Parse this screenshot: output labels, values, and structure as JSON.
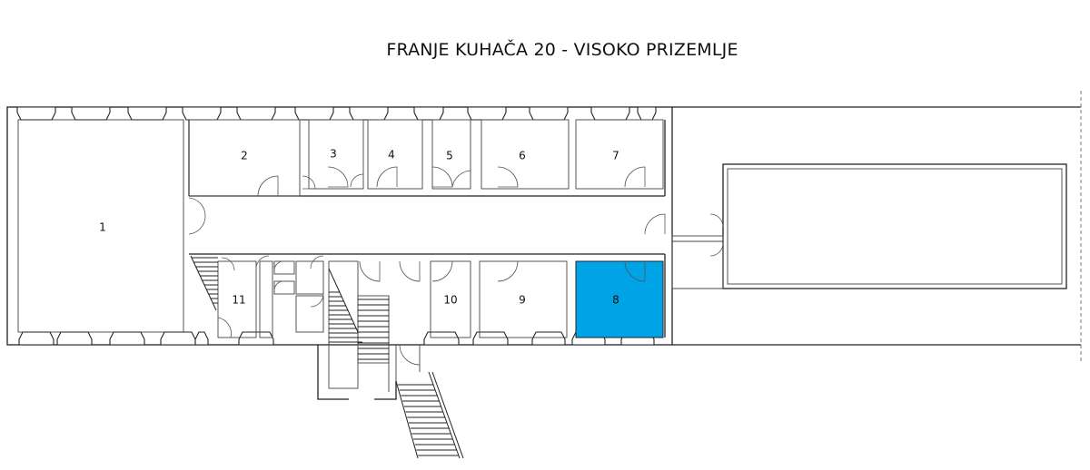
{
  "title": "FRANJE KUHAČA 20 - VISOKO PRIZEMLJE",
  "highlight_color": "#00A3E6",
  "rooms": [
    {
      "id": "1",
      "label": "1",
      "highlighted": false
    },
    {
      "id": "2",
      "label": "2",
      "highlighted": false
    },
    {
      "id": "3",
      "label": "3",
      "highlighted": false
    },
    {
      "id": "4",
      "label": "4",
      "highlighted": false
    },
    {
      "id": "5",
      "label": "5",
      "highlighted": false
    },
    {
      "id": "6",
      "label": "6",
      "highlighted": false
    },
    {
      "id": "7",
      "label": "7",
      "highlighted": false
    },
    {
      "id": "8",
      "label": "8",
      "highlighted": true
    },
    {
      "id": "9",
      "label": "9",
      "highlighted": false
    },
    {
      "id": "10",
      "label": "10",
      "highlighted": false
    },
    {
      "id": "11",
      "label": "11",
      "highlighted": false
    }
  ]
}
